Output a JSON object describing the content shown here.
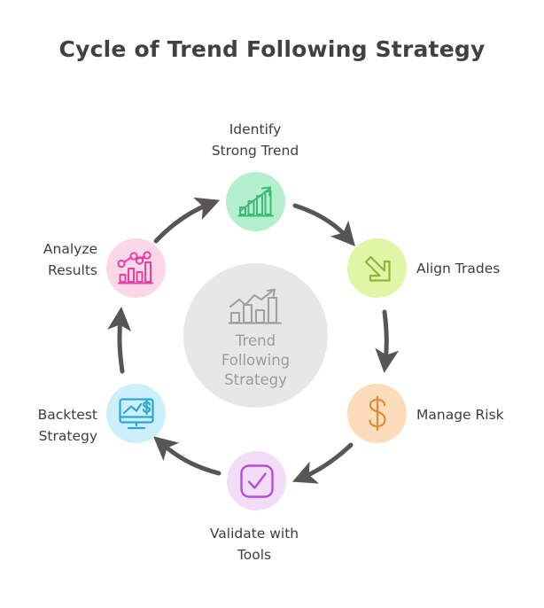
{
  "title": "Cycle of Trend Following Strategy",
  "hub": {
    "icon": "bar-chart-uptrend-icon",
    "line1": "Trend",
    "line2": "Following",
    "line3": "Strategy",
    "color": "#e7e7e7",
    "text_color": "#9c9a9a"
  },
  "nodes": [
    {
      "id": "identify-strong-trend",
      "label": "Identify\nStrong Trend",
      "icon": "growth-bar-chart-arrow-icon",
      "circle_color": "#b4f0cf",
      "icon_color": "#3fb97a",
      "position": "top"
    },
    {
      "id": "align-trades",
      "label": "Align Trades",
      "icon": "diagonal-down-right-arrow-icon",
      "circle_color": "#e0f5a6",
      "icon_color": "#8cb73c",
      "position": "top-right"
    },
    {
      "id": "manage-risk",
      "label": "Manage Risk",
      "icon": "dollar-sign-icon",
      "circle_color": "#fcdcba",
      "icon_color": "#e08a35",
      "position": "bottom-right"
    },
    {
      "id": "validate-with-tools",
      "label": "Validate with\nTools",
      "icon": "checkbox-check-icon",
      "circle_color": "#f3dcf8",
      "icon_color": "#b44ddd",
      "position": "bottom"
    },
    {
      "id": "backtest-strategy",
      "label": "Backtest\nStrategy",
      "icon": "monitor-chart-dollar-icon",
      "circle_color": "#cdeffb",
      "icon_color": "#29a8d6",
      "position": "bottom-left"
    },
    {
      "id": "analyze-results",
      "label": "Analyze\nResults",
      "icon": "bar-chart-scatter-icon",
      "circle_color": "#fbd7e8",
      "icon_color": "#ea3fa0",
      "position": "top-left"
    }
  ],
  "arrows": {
    "color": "#575654",
    "count": 6,
    "direction": "clockwise"
  },
  "colors": {
    "title": "#43413f",
    "label": "#3f3d3c",
    "background": "#ffffff"
  }
}
